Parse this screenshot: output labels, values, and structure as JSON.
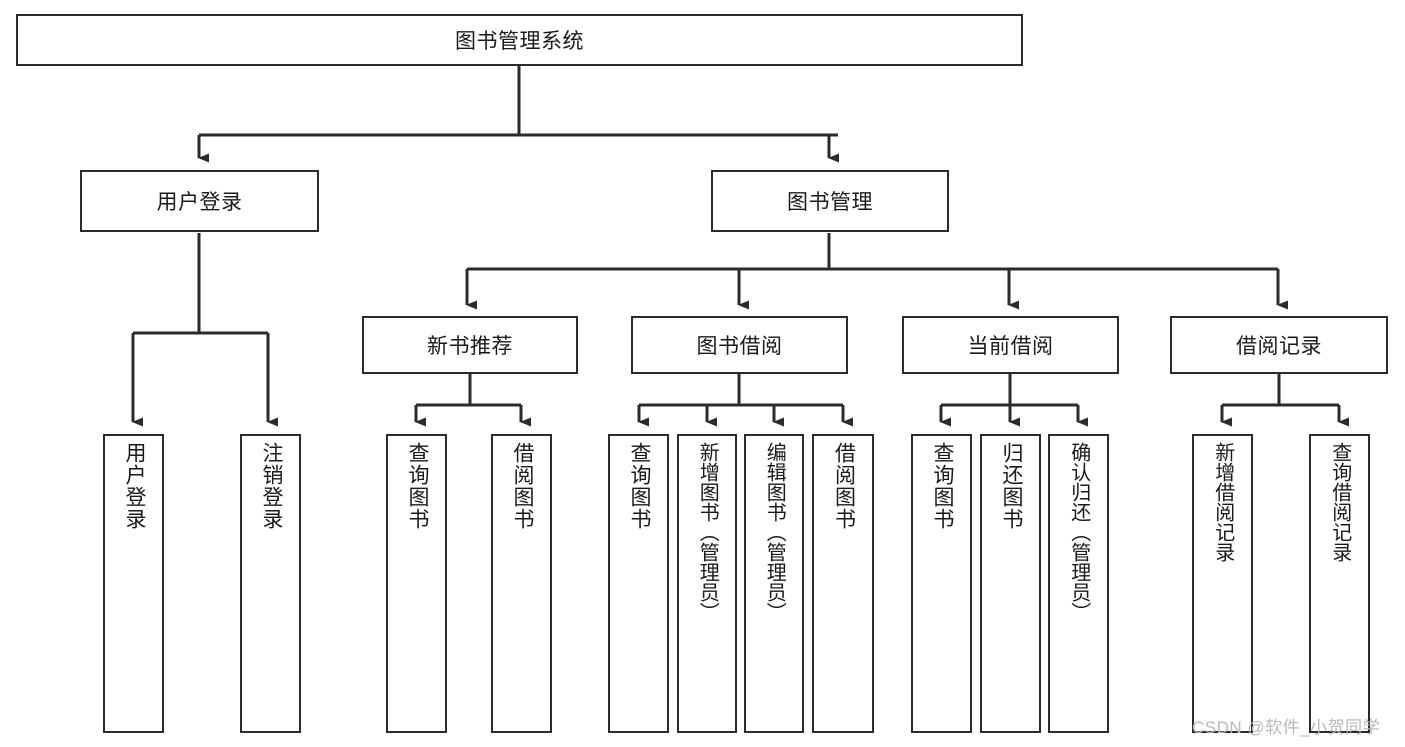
{
  "diagram": {
    "type": "tree-hierarchy",
    "title": "图书管理系统",
    "orientation": "top-down",
    "colors": {
      "box_border": "#2b2b2b",
      "box_fill": "#ffffff",
      "edge": "#2b2b2b",
      "text": "#1a1a1a",
      "watermark": "#b9b9b9",
      "background": "#ffffff"
    },
    "root": {
      "label": "图书管理系统"
    },
    "level2": [
      {
        "label": "用户登录"
      },
      {
        "label": "图书管理"
      }
    ],
    "level3": [
      {
        "label": "新书推荐"
      },
      {
        "label": "图书借阅"
      },
      {
        "label": "当前借阅"
      },
      {
        "label": "借阅记录"
      }
    ],
    "leaves": {
      "user_login": [
        {
          "label": "用户登录"
        },
        {
          "label": "注销登录"
        }
      ],
      "new_book_recommend": [
        {
          "label": "查询图书"
        },
        {
          "label": "借阅图书"
        }
      ],
      "book_borrow": [
        {
          "label": "查询图书"
        },
        {
          "label": "新增图书（管理员）"
        },
        {
          "label": "编辑图书（管理员）"
        },
        {
          "label": "借阅图书"
        }
      ],
      "current_borrow": [
        {
          "label": "查询图书"
        },
        {
          "label": "归还图书"
        },
        {
          "label": "确认归还（管理员）"
        }
      ],
      "borrow_records": [
        {
          "label": "新增借阅记录"
        },
        {
          "label": "查询借阅记录"
        }
      ]
    }
  },
  "watermark": {
    "text": "CSDN @软件_小贺同学"
  }
}
